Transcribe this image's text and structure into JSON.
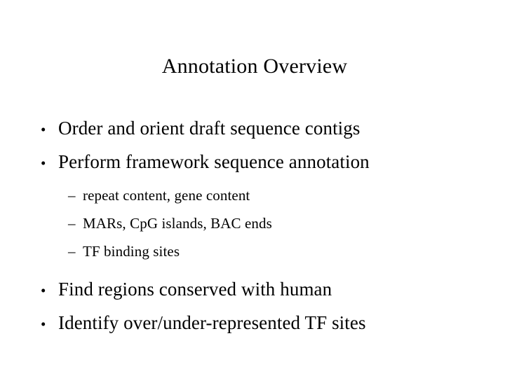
{
  "slide": {
    "title": "Annotation Overview",
    "background_color": "#ffffff",
    "text_color": "#000000",
    "bullet_marker": "•",
    "subbullet_marker": "–",
    "blocks": [
      {
        "level": 1,
        "marker": "•",
        "text": "Order and orient draft sequence contigs"
      },
      {
        "level": 1,
        "marker": "•",
        "text": "Perform framework sequence annotation"
      },
      {
        "level": 2,
        "marker": "–",
        "text": "repeat content, gene content"
      },
      {
        "level": 2,
        "marker": "–",
        "text": "MARs, CpG islands, BAC ends"
      },
      {
        "level": 2,
        "marker": "–",
        "text": "TF binding sites"
      },
      {
        "level": 1,
        "marker": "•",
        "text": "Find regions conserved with human"
      },
      {
        "level": 1,
        "marker": "•",
        "text": "Identify over/under-represented TF sites"
      }
    ]
  }
}
